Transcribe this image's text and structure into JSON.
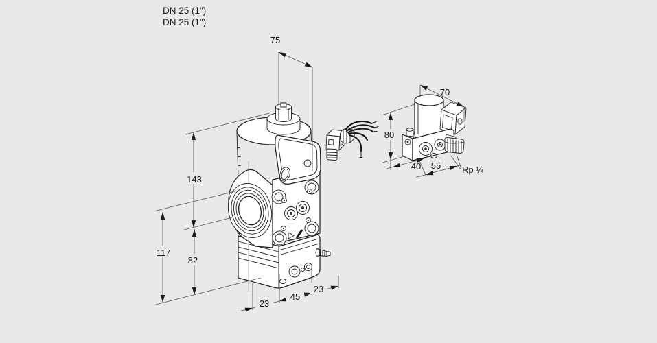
{
  "header": {
    "line1": "DN 25 (1\")",
    "line2": "DN 25 (1\")"
  },
  "dimensions": {
    "main_valve": {
      "top_width": "75",
      "height_upper": "143",
      "height_lower": "117",
      "body_height": "82",
      "depth_front": "23",
      "depth_mid": "45",
      "depth_back": "23"
    },
    "pilot_valve": {
      "top_width": "70",
      "height": "80",
      "depth": "40",
      "width": "55",
      "thread_label": "Rp ¼"
    }
  },
  "colors": {
    "background": "#e9e9e9",
    "part_line": "#1c1c1c",
    "dimension_line": "#565656"
  }
}
